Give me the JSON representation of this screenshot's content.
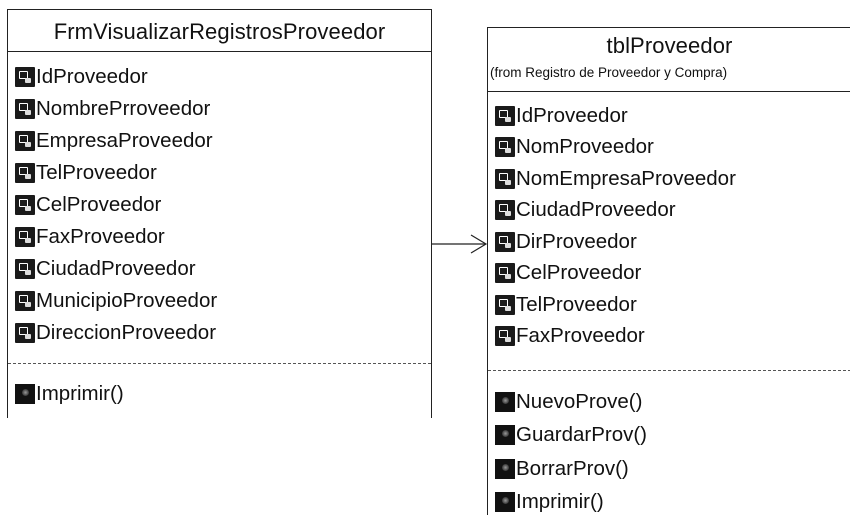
{
  "left_class": {
    "name": "FrmVisualizarRegistrosProveedor",
    "attributes": [
      "IdProveedor",
      "NombrePrroveedor",
      "EmpresaProveedor",
      "TelProveedor",
      "CelProveedor",
      "FaxProveedor",
      "CiudadProveedor",
      "MunicipioProveedor",
      "DireccionProveedor"
    ],
    "operations": [
      "Imprimir()"
    ]
  },
  "right_class": {
    "name": "tblProveedor",
    "stereotype": "(from Registro de Proveedor y Compra)",
    "attributes": [
      "IdProveedor",
      "NomProveedor",
      "NomEmpresaProveedor",
      "CiudadProveedor",
      "DirProveedor",
      "CelProveedor",
      "TelProveedor",
      "FaxProveedor"
    ],
    "operations": [
      "NuevoProve()",
      "GuardarProv()",
      "BorrarProv()",
      "Imprimir()"
    ]
  },
  "association": {
    "kind": "navigable",
    "from": "FrmVisualizarRegistrosProveedor",
    "to": "tblProveedor"
  },
  "icons": {
    "attribute": "attribute-icon",
    "operation": "operation-icon"
  },
  "colors": {
    "line": "#222222",
    "icon": "#1a1a1a",
    "background": "#ffffff"
  }
}
